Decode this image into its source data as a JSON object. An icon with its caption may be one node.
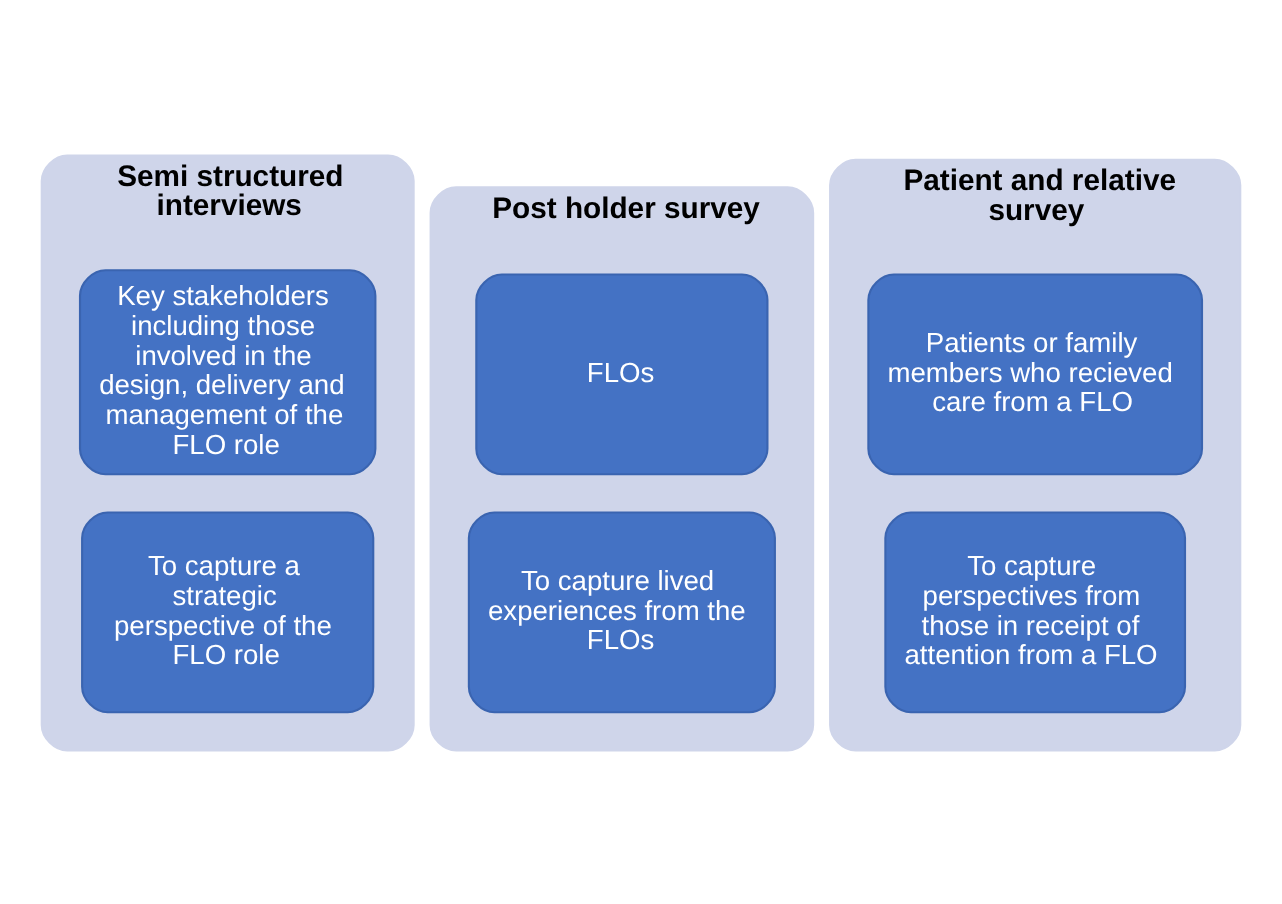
{
  "diagram": {
    "nodes": [
      {
        "text": [
          "Semi structured interviews"
        ]
      },
      {
        "text": [
          "Key stakeholders including those involved in the design, delivery and management of the FLO role"
        ],
        "in": 0
      },
      {
        "text": [
          "To capture a strategic perspective of the FLO role"
        ],
        "in": 0
      },
      {
        "text": [
          "Post holder survey"
        ]
      },
      {
        "text": [
          "FLOs"
        ],
        "in": 3
      },
      {
        "text": [
          "To capture lived experiences from the FLOs"
        ],
        "in": 3
      },
      {
        "text": [
          "Patient and relative survey"
        ]
      },
      {
        "text": [
          "Patients or family members who recieved care from a FLO"
        ],
        "in": 6
      },
      {
        "text": [
          "To capture perspectives from those in receipt of attention from a FLO"
        ],
        "in": 6
      }
    ],
    "edges": []
  }
}
